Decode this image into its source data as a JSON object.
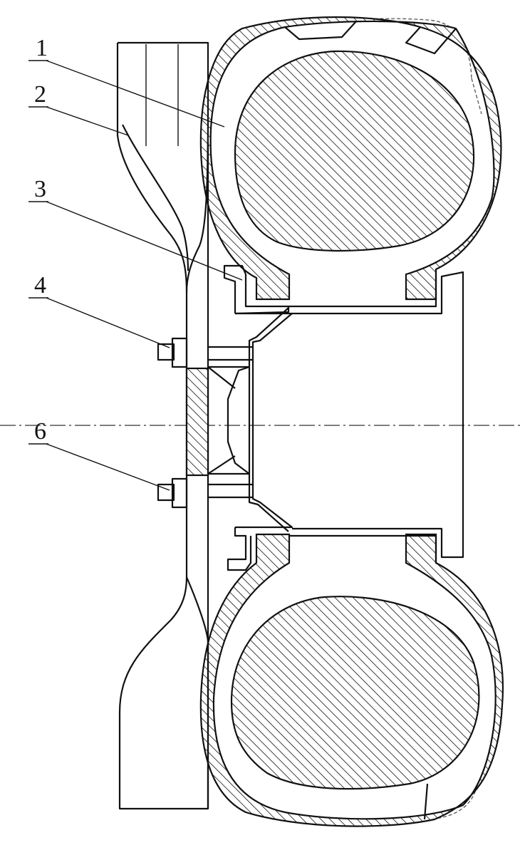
{
  "diagram": {
    "labels": [
      {
        "id": "1",
        "text": "1"
      },
      {
        "id": "2",
        "text": "2"
      },
      {
        "id": "3",
        "text": "3"
      },
      {
        "id": "4",
        "text": "4"
      },
      {
        "id": "6",
        "text": "6"
      }
    ]
  }
}
